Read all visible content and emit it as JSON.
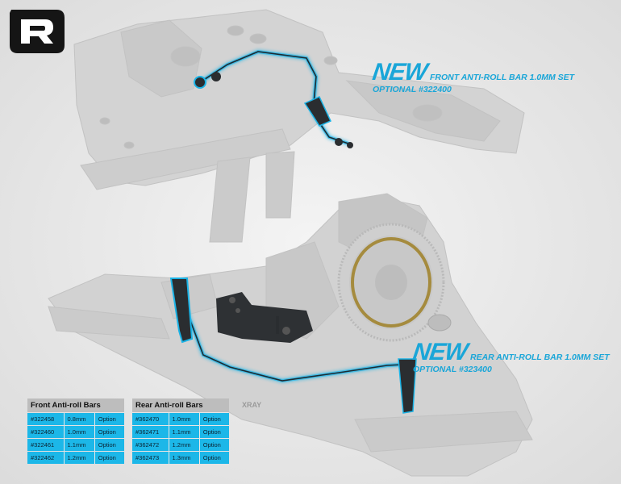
{
  "logo": {
    "letter": "R",
    "icon": "r-logo-icon"
  },
  "front_callout": {
    "new_label": "NEW",
    "title": "FRONT ANTI-ROLL BAR 1.0mm SET",
    "optional": "OPTIONAL #322400"
  },
  "rear_callout": {
    "new_label": "NEW",
    "title": "REAR ANTI-ROLL BAR 1.0mm SET",
    "optional": "OPTIONAL #323400"
  },
  "chassis_brand": "XRAY",
  "front_table": {
    "header": "Front Anti-roll Bars",
    "rows": [
      [
        "#322458",
        "0.8mm",
        "Option"
      ],
      [
        "#322460",
        "1.0mm",
        "Option"
      ],
      [
        "#322461",
        "1.1mm",
        "Option"
      ],
      [
        "#322462",
        "1.2mm",
        "Option"
      ]
    ]
  },
  "rear_table": {
    "header": "Rear Anti-roll Bars",
    "rows": [
      [
        "#362470",
        "1.0mm",
        "Option"
      ],
      [
        "#362471",
        "1.1mm",
        "Option"
      ],
      [
        "#362472",
        "1.2mm",
        "Option"
      ],
      [
        "#362473",
        "1.3mm",
        "Option"
      ]
    ]
  },
  "colors": {
    "accent": "#1aa6d8",
    "table_row": "#1cb7e8",
    "table_header": "#bdbdbd",
    "chassis": "#d4d4d4",
    "parts": "#2a2d30",
    "background": "#e9e9e9"
  }
}
